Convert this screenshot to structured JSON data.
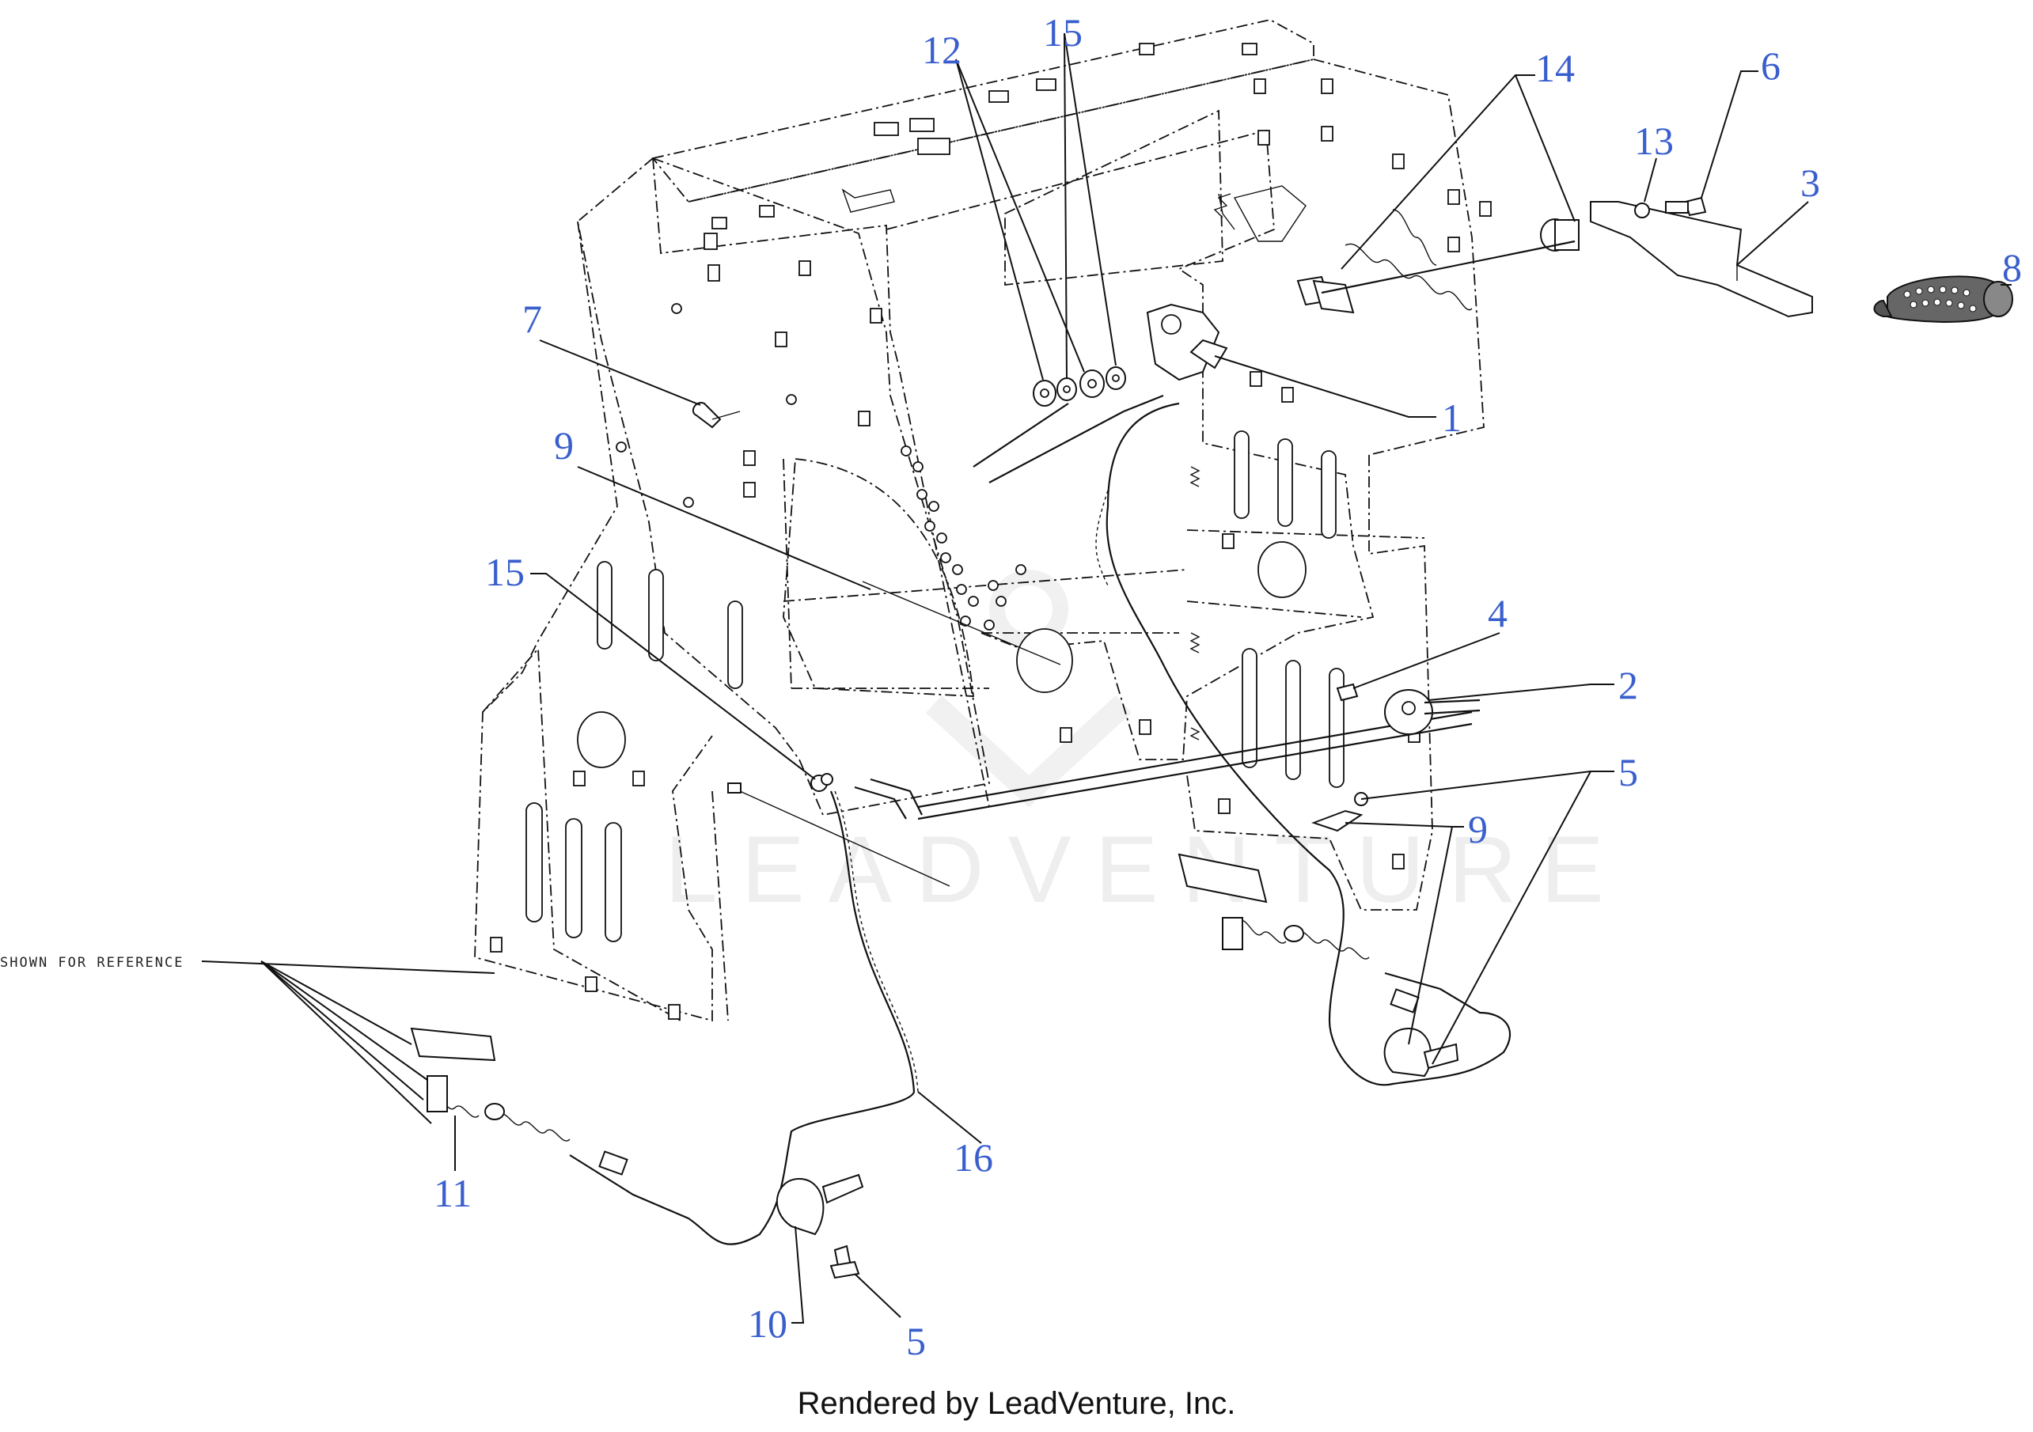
{
  "diagram": {
    "reference_note": "SHOWN FOR REFERENCE",
    "watermark": "LEADVENTURE",
    "callouts": [
      "1",
      "2",
      "3",
      "4",
      "5",
      "5",
      "6",
      "7",
      "8",
      "9",
      "9",
      "10",
      "11",
      "12",
      "13",
      "14",
      "15",
      "15",
      "16"
    ],
    "callout_color": "#3a5fcd",
    "parts_icons": [
      "frame-bracket-icon",
      "shift-lever-icon",
      "grip-icon",
      "control-cable-icon",
      "spring-icon",
      "cable-clamp-icon"
    ]
  },
  "footer": {
    "credit": "Rendered by LeadVenture, Inc."
  }
}
